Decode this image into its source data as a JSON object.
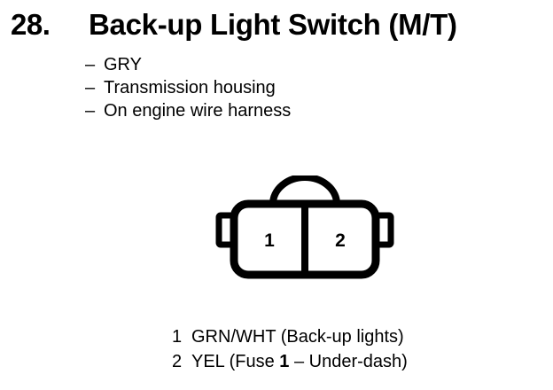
{
  "page": {
    "background_color": "#ffffff",
    "ink_color": "#000000"
  },
  "header": {
    "number": "28.",
    "title": "Back-up Light Switch (M/T)"
  },
  "specs": {
    "bullet": "–",
    "items": [
      {
        "text": "GRY"
      },
      {
        "text": "Transmission housing"
      },
      {
        "text": "On engine wire harness"
      }
    ]
  },
  "connector": {
    "name": "two-cavity-connector",
    "cavities": [
      {
        "label": "1"
      },
      {
        "label": "2"
      }
    ],
    "features": {
      "latch": "arch-latch",
      "left_tab": "locking-tab",
      "right_tab": "locking-tab"
    }
  },
  "pin_legend": {
    "rows": [
      {
        "number": "1",
        "prefix": "GRN/WHT (Back-up lights)",
        "bold": "",
        "suffix": ""
      },
      {
        "number": "2",
        "prefix": "YEL (Fuse ",
        "bold": "1",
        "suffix": " – Under-dash)"
      }
    ]
  }
}
